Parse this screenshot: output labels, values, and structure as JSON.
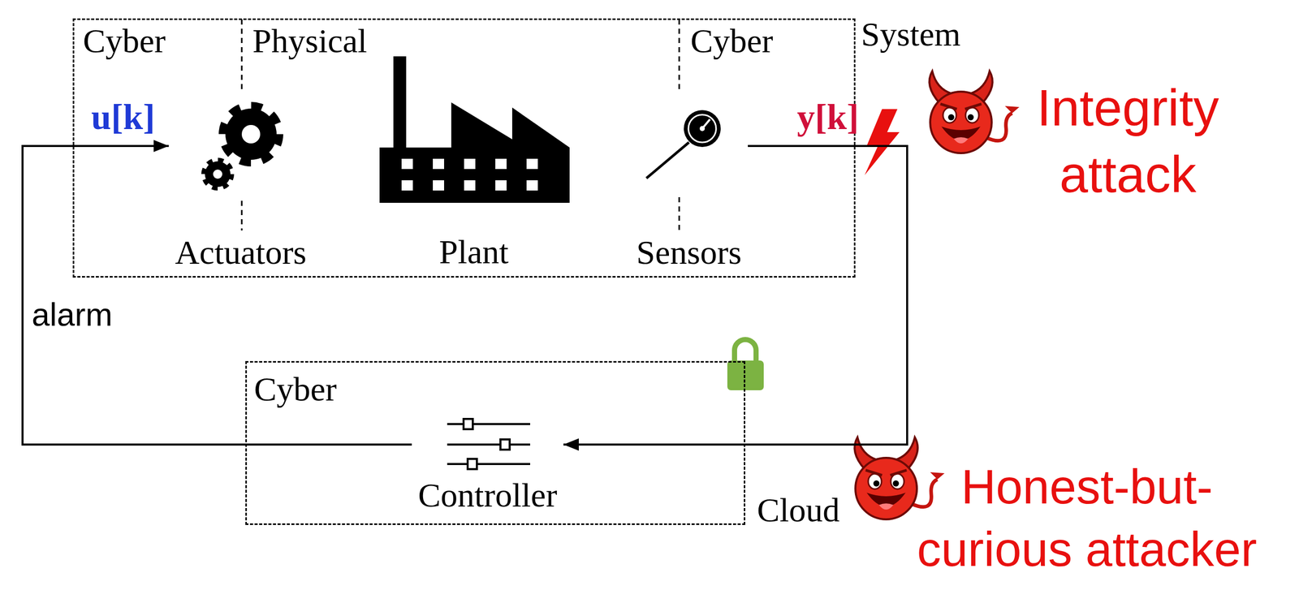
{
  "diagram": {
    "nodes": [
      {
        "text": [
          "System"
        ]
      },
      {
        "text": [
          "Actuators"
        ],
        "in": 0
      },
      {
        "text": [
          "Plant"
        ],
        "in": 0
      },
      {
        "text": [
          "Sensors"
        ],
        "in": 0
      },
      {
        "text": [
          "Cyber",
          "Cloud"
        ]
      },
      {
        "text": [
          "Controller"
        ],
        "in": 4
      }
    ],
    "edges": [
      {
        "from": 3,
        "to": 5,
        "arrow": "to",
        "label": "y[k]"
      },
      {
        "from": 5,
        "to": 1,
        "arrow": "to",
        "label": "u[k]"
      }
    ],
    "labels": [
      "Cyber",
      "Physical",
      "Cyber",
      "alarm",
      "Integrity attack",
      "Honest-but-curious attacker"
    ]
  }
}
